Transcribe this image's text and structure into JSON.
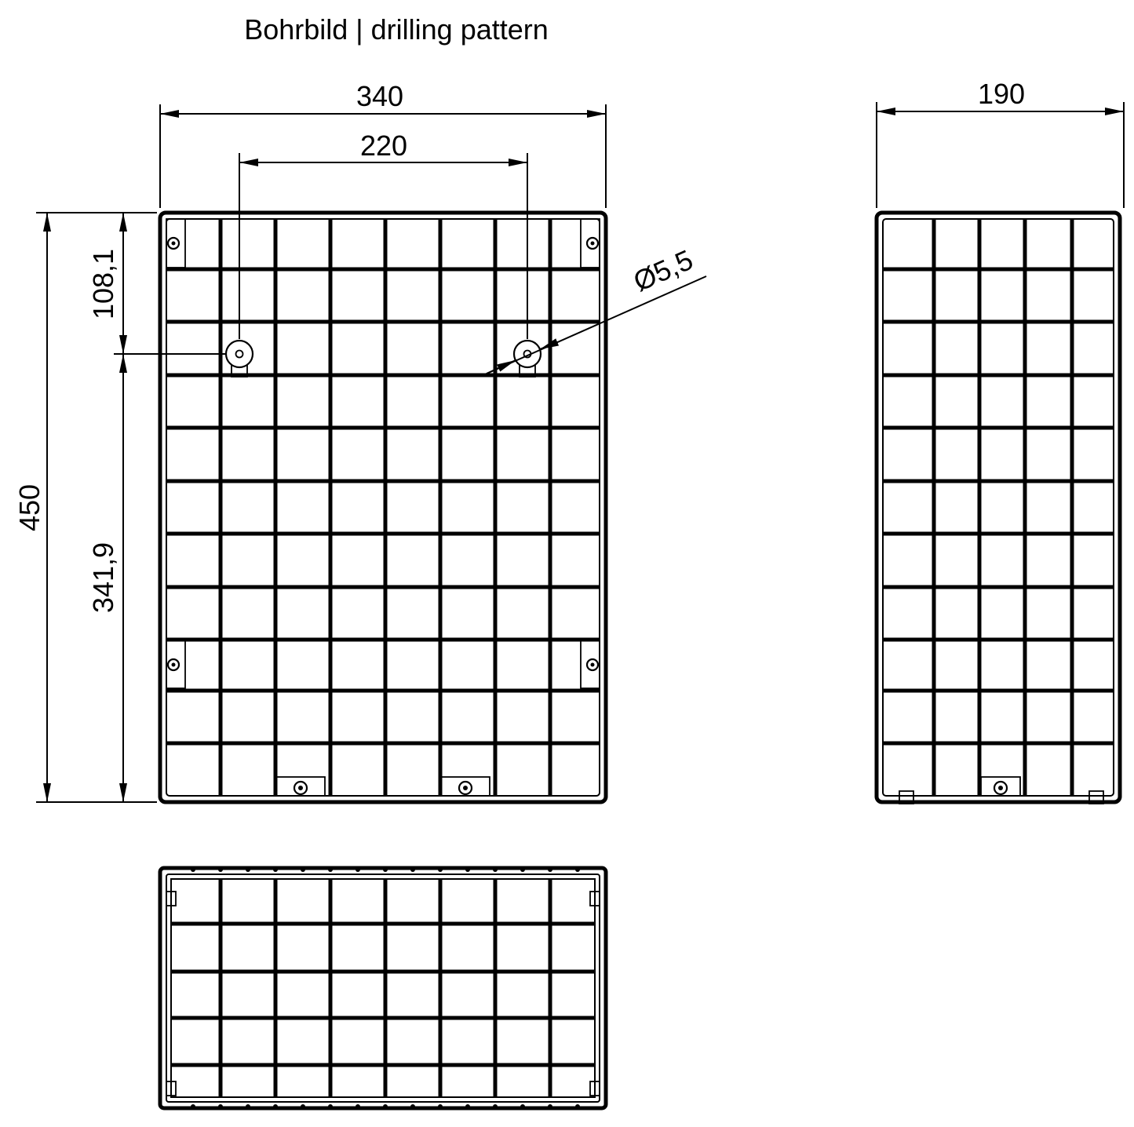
{
  "title": "Bohrbild | drilling pattern",
  "dimensions": {
    "width_front": "340",
    "hole_spacing": "220",
    "height": "450",
    "top_to_holes": "108,1",
    "holes_to_bottom": "341,9",
    "hole_diameter": "Ø5,5",
    "depth": "190"
  },
  "colors": {
    "line": "#000000",
    "background": "#ffffff"
  }
}
